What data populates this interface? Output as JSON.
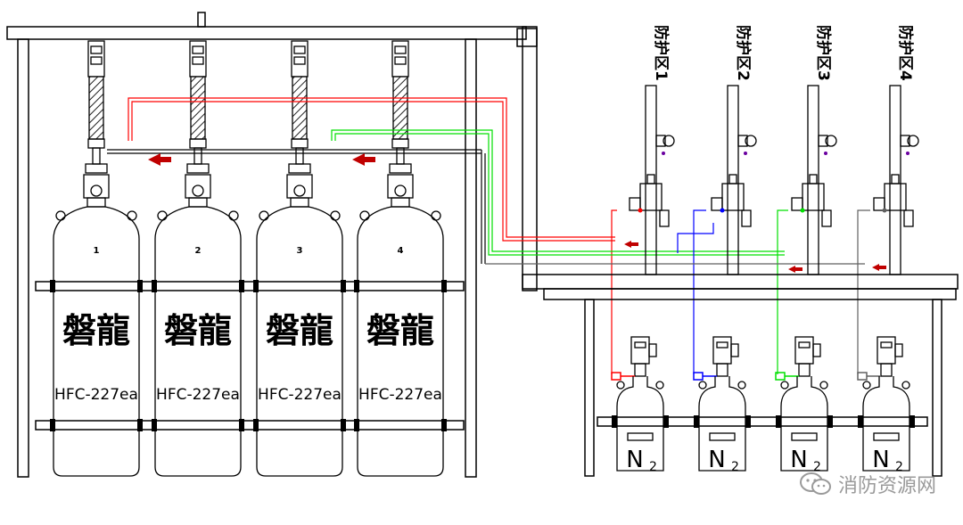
{
  "cylinders": [
    {
      "number": "1",
      "brand": "磐龍",
      "agent": "HFC-227ea"
    },
    {
      "number": "2",
      "brand": "磐龍",
      "agent": "HFC-227ea"
    },
    {
      "number": "3",
      "brand": "磐龍",
      "agent": "HFC-227ea"
    },
    {
      "number": "4",
      "brand": "磐龍",
      "agent": "HFC-227ea"
    }
  ],
  "zones": [
    {
      "label": "防护区1",
      "color": "#ff0000"
    },
    {
      "label": "防护区2",
      "color": "#0000ff"
    },
    {
      "label": "防护区3",
      "color": "#00e000"
    },
    {
      "label": "防护区4",
      "color": "#606060"
    }
  ],
  "driver_cylinders": [
    {
      "gas_main": "N",
      "gas_sub": "2"
    },
    {
      "gas_main": "N",
      "gas_sub": "2"
    },
    {
      "gas_main": "N",
      "gas_sub": "2"
    },
    {
      "gas_main": "N",
      "gas_sub": "2"
    }
  ],
  "watermark": "消防资源网",
  "colors": {
    "line": "#000000",
    "arrow": "#c00000",
    "frame": "#ffffff"
  }
}
